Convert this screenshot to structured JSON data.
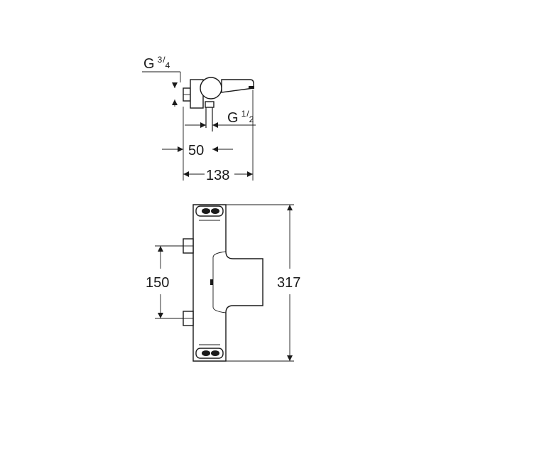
{
  "dimensions": {
    "inlet_thread": {
      "prefix": "G",
      "numerator": "3",
      "denominator": "4"
    },
    "outlet_thread": {
      "prefix": "G",
      "numerator": "1",
      "denominator": "2"
    },
    "inlet_to_outlet": "50",
    "projection": "138",
    "inlet_centres": "150",
    "total_height": "317"
  },
  "colors": {
    "line": "#1a1a1a",
    "background": "#ffffff"
  }
}
